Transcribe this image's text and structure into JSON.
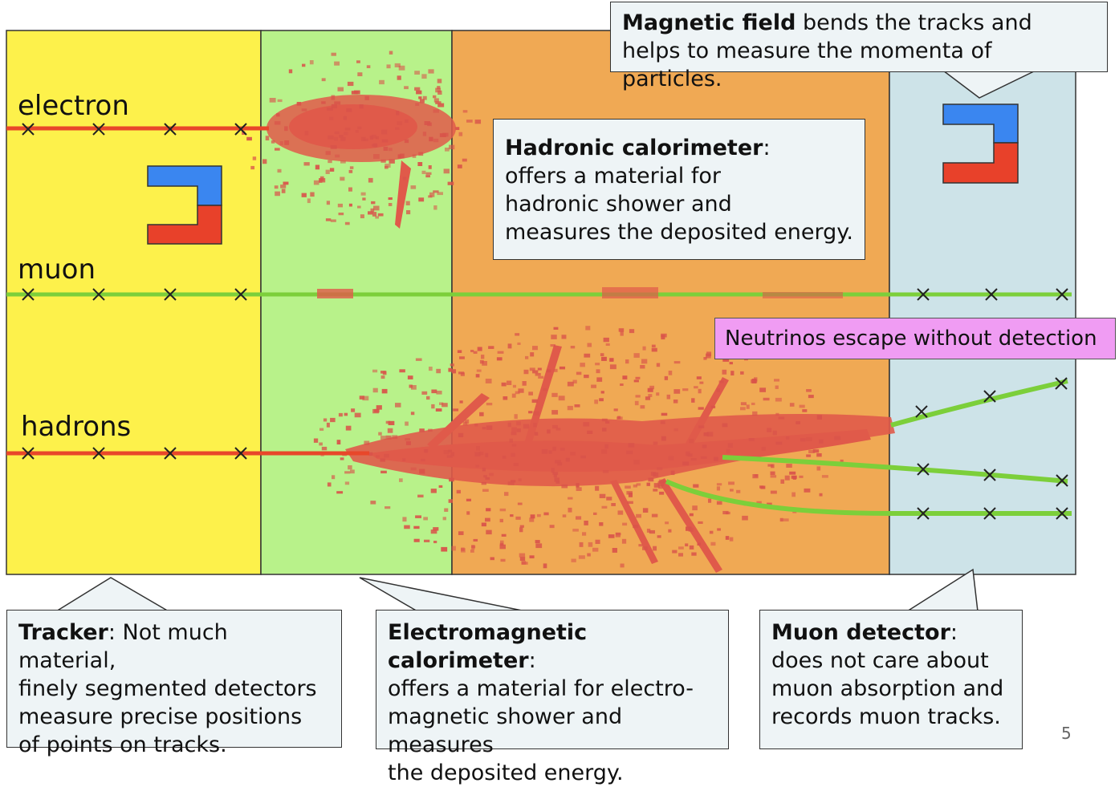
{
  "particles": {
    "electron": "electron",
    "muon": "muon",
    "hadrons": "hadrons"
  },
  "callouts": {
    "magnetic": {
      "title": "Magnetic field",
      "rest_line1": " bends the tracks and",
      "line2": "helps to measure the momenta of particles."
    },
    "hadronic": {
      "title": "Hadronic calorimeter",
      "colon": ":",
      "line2": "offers a material for",
      "line3": "hadronic shower and",
      "line4": "measures the deposited energy."
    },
    "neutrinos": "Neutrinos escape without detection",
    "tracker": {
      "title": "Tracker",
      "rest_line1": ": Not much material,",
      "line2": "finely segmented detectors",
      "line3": "measure precise positions",
      "line4": "of points on tracks."
    },
    "em": {
      "title": "Electromagnetic calorimeter",
      "colon": ":",
      "line2": "offers a material for electro-",
      "line3": "magnetic shower and measures",
      "line4": "the deposited energy."
    },
    "muon_det": {
      "title": "Muon detector",
      "colon": ":",
      "line2": "does not care about",
      "line3": "muon absorption and",
      "line4": "records muon tracks."
    }
  },
  "page_number": "5",
  "colors": {
    "tracker": "#fdf14b",
    "em_calorimeter": "#b8f28a",
    "hadronic_calorimeter": "#f0a954",
    "muon_detector": "#cde3e8",
    "shower": "#e05a4a",
    "track_red": "#e8472a",
    "track_green": "#7ccf3a",
    "magnet_blue": "#3a86f0",
    "magnet_red": "#e8412a",
    "neutrino_box": "#f09cf3"
  }
}
